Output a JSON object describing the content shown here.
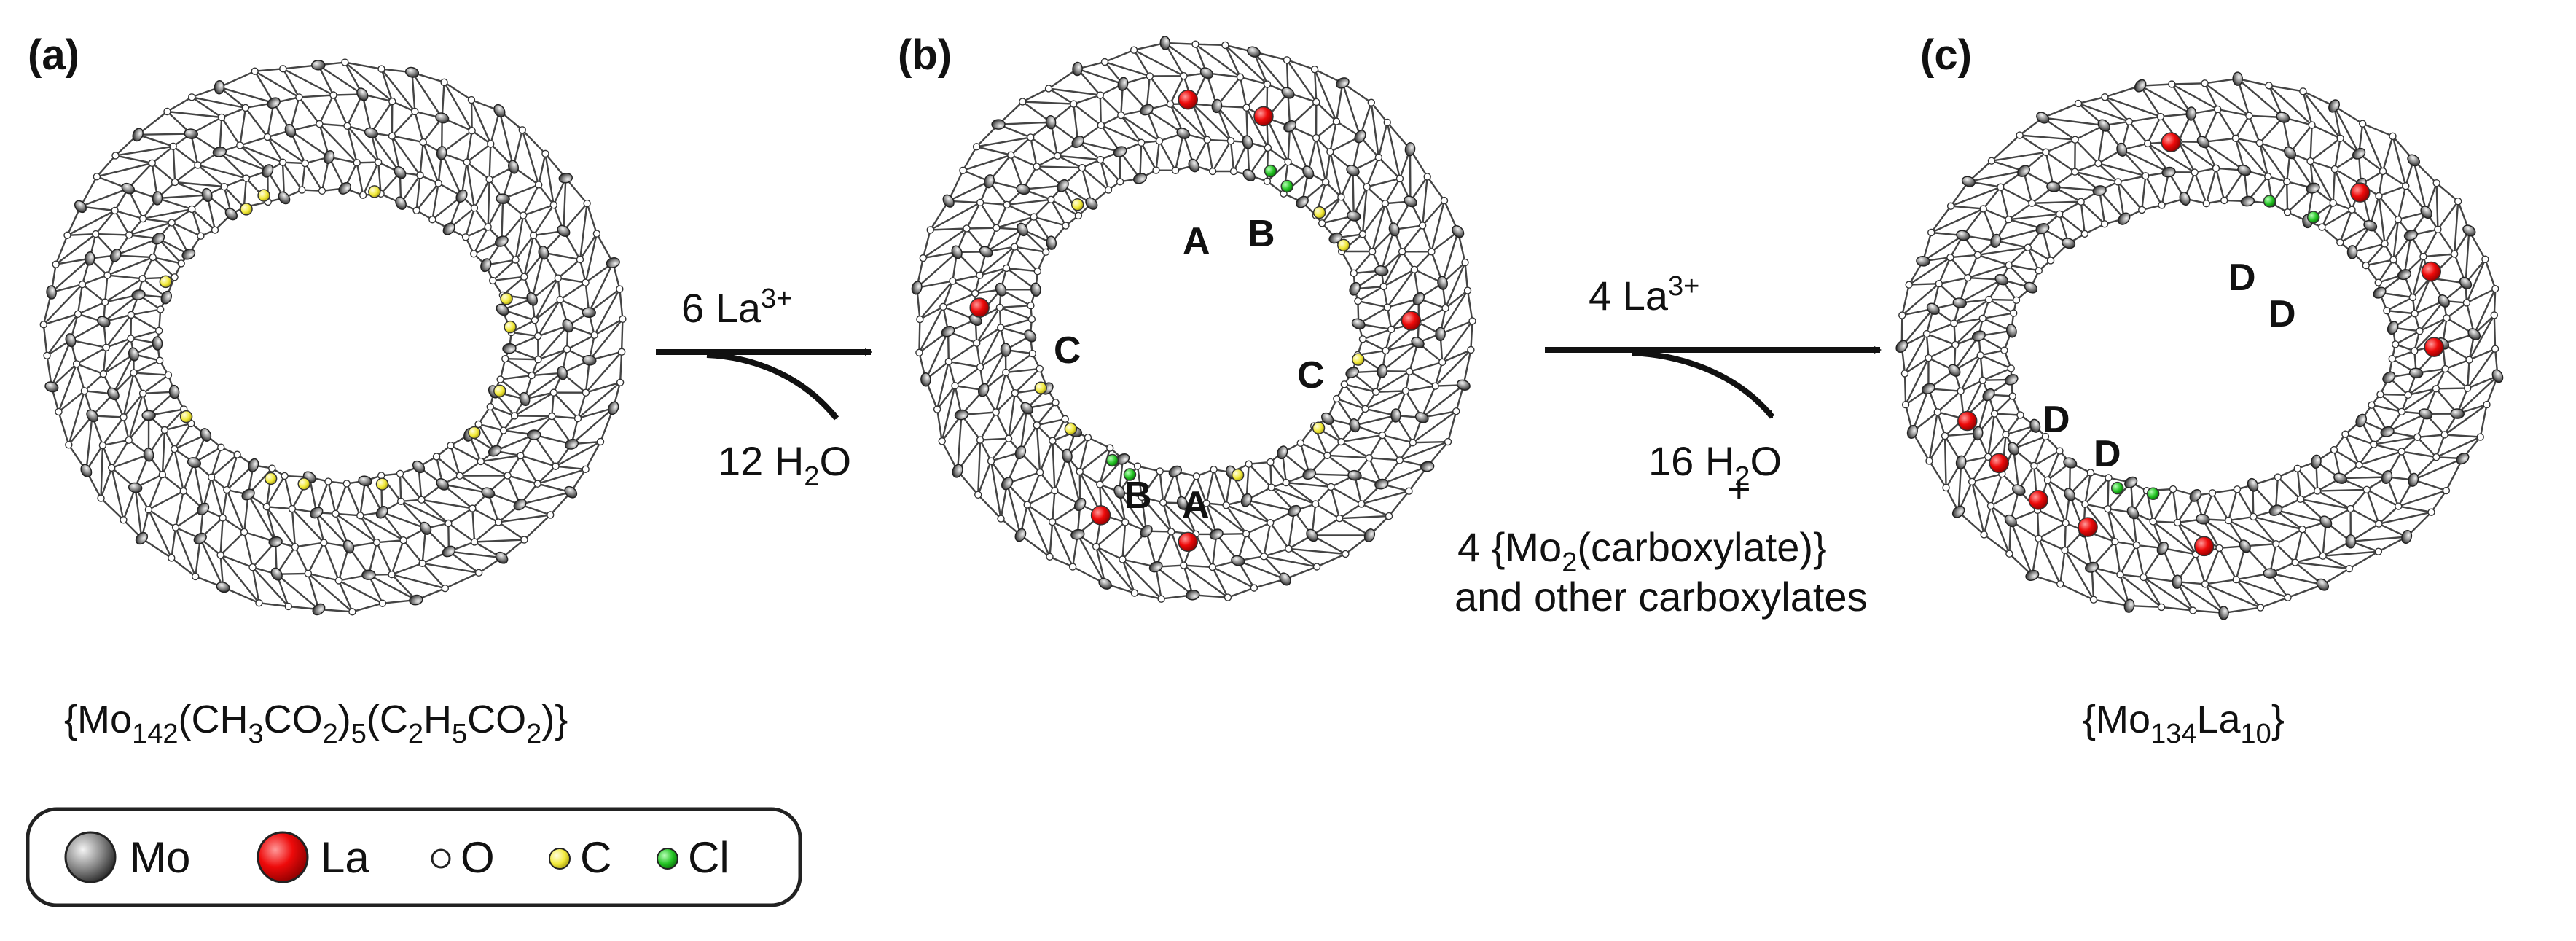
{
  "panels": [
    {
      "label": "(a)",
      "formula": "{Mo142(CH3CO2)5(C2H5CO2)}"
    },
    {
      "label": "(b)",
      "sites": [
        "A",
        "B",
        "C",
        "C",
        "B",
        "A"
      ]
    },
    {
      "label": "(c)",
      "formula": "{Mo134La10}",
      "sites": [
        "D",
        "D",
        "D",
        "D"
      ]
    }
  ],
  "reactions": [
    {
      "reagent": "6 La3+",
      "product": "12 H2O"
    },
    {
      "reagent": "4 La3+",
      "product_line1": "16 H2O",
      "product_line2": "+",
      "product_line3": "4 {Mo2(carboxylate)}",
      "product_line4": "and other carboxylates"
    }
  ],
  "legend": [
    {
      "symbol": "Mo",
      "color": "#808080",
      "icon": "large-gray-sphere"
    },
    {
      "symbol": "La",
      "color": "#e8000b",
      "icon": "large-red-sphere"
    },
    {
      "symbol": "O",
      "color": "#ffffff",
      "icon": "small-white-sphere"
    },
    {
      "symbol": "C",
      "color": "#f0e836",
      "icon": "small-yellow-sphere"
    },
    {
      "symbol": "Cl",
      "color": "#22c322",
      "icon": "small-green-sphere"
    }
  ]
}
